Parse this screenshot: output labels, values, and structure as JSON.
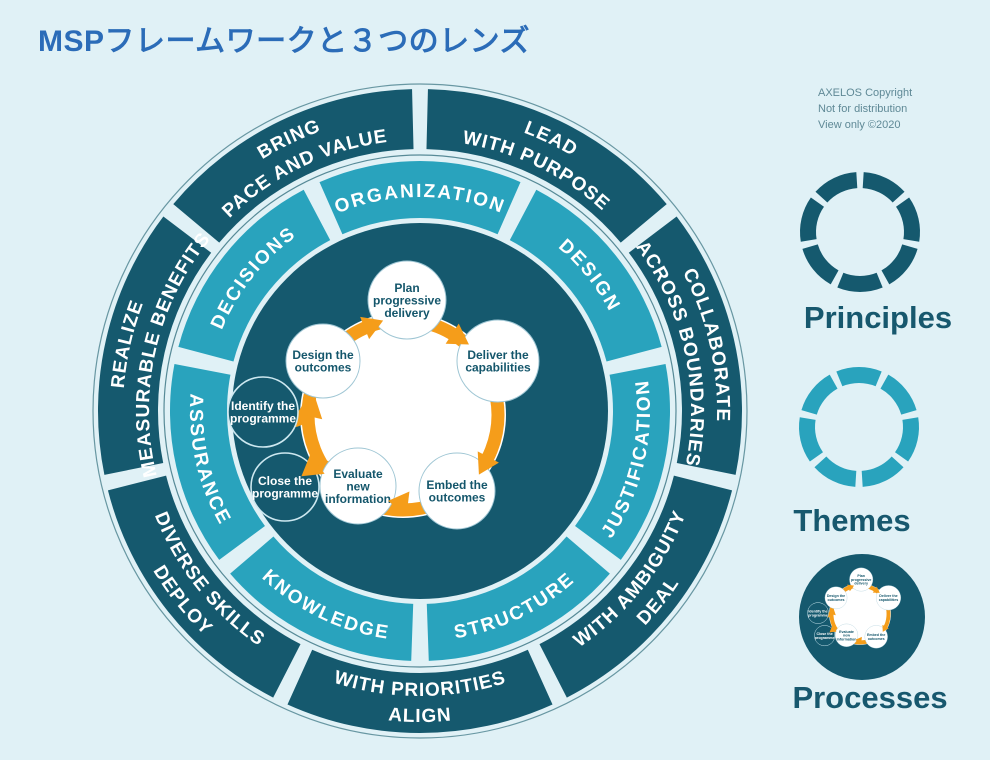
{
  "title": "MSPフレームワークと３つのレンズ",
  "copyright": {
    "line1": "AXELOS Copyright",
    "line2": "Not for distribution",
    "line3": "View only ©2020"
  },
  "legend": {
    "principles": "Principles",
    "themes": "Themes",
    "processes": "Processes"
  },
  "colors": {
    "background": "#e0f1f6",
    "dark_teal": "#15596e",
    "teal": "#29a3bd",
    "orange": "#f59d1a",
    "title_blue": "#2b6cb8",
    "label_teal": "#17586e",
    "node_text": "#14566b",
    "outline_circle": "#35707f",
    "node_outline": "#cde8f0",
    "white": "#ffffff"
  },
  "diagram": {
    "principles": [
      {
        "id": "lead-with-purpose",
        "lines": [
          "LEAD",
          "WITH PURPOSE"
        ]
      },
      {
        "id": "collaborate-across-boundaries",
        "lines": [
          "COLLABORATE",
          "ACROSS BOUNDARIES"
        ]
      },
      {
        "id": "deal-with-ambiguity",
        "lines": [
          "DEAL",
          "WITH AMBIGUITY"
        ]
      },
      {
        "id": "align-with-priorities",
        "lines": [
          "ALIGN",
          "WITH PRIORITIES"
        ]
      },
      {
        "id": "deploy-diverse-skills",
        "lines": [
          "DEPLOY",
          "DIVERSE SKILLS"
        ]
      },
      {
        "id": "realize-measurable-benefits",
        "lines": [
          "REALIZE",
          "MEASURABLE BENEFITS"
        ]
      },
      {
        "id": "bring-pace-and-value",
        "lines": [
          "BRING",
          "PACE AND VALUE"
        ]
      }
    ],
    "themes": [
      {
        "id": "organization",
        "label": "ORGANIZATION"
      },
      {
        "id": "design",
        "label": "DESIGN"
      },
      {
        "id": "justification",
        "label": "JUSTIFICATION"
      },
      {
        "id": "structure",
        "label": "STRUCTURE"
      },
      {
        "id": "knowledge",
        "label": "KNOWLEDGE"
      },
      {
        "id": "assurance",
        "label": "ASSURANCE"
      },
      {
        "id": "decisions",
        "label": "DECISIONS"
      }
    ],
    "processes": [
      {
        "id": "plan",
        "lines": [
          "Plan",
          "progressive",
          "delivery"
        ],
        "style": "solid"
      },
      {
        "id": "deliver",
        "lines": [
          "Deliver the",
          "capabilities"
        ],
        "style": "solid"
      },
      {
        "id": "embed",
        "lines": [
          "Embed the",
          "outcomes"
        ],
        "style": "solid"
      },
      {
        "id": "evaluate",
        "lines": [
          "Evaluate",
          "new",
          "information"
        ],
        "style": "solid"
      },
      {
        "id": "close",
        "lines": [
          "Close the",
          "programme"
        ],
        "style": "outline"
      },
      {
        "id": "identify",
        "lines": [
          "Identify the",
          "programme"
        ],
        "style": "outline"
      },
      {
        "id": "design-outcomes",
        "lines": [
          "Design the",
          "outcomes"
        ],
        "style": "solid"
      }
    ]
  }
}
